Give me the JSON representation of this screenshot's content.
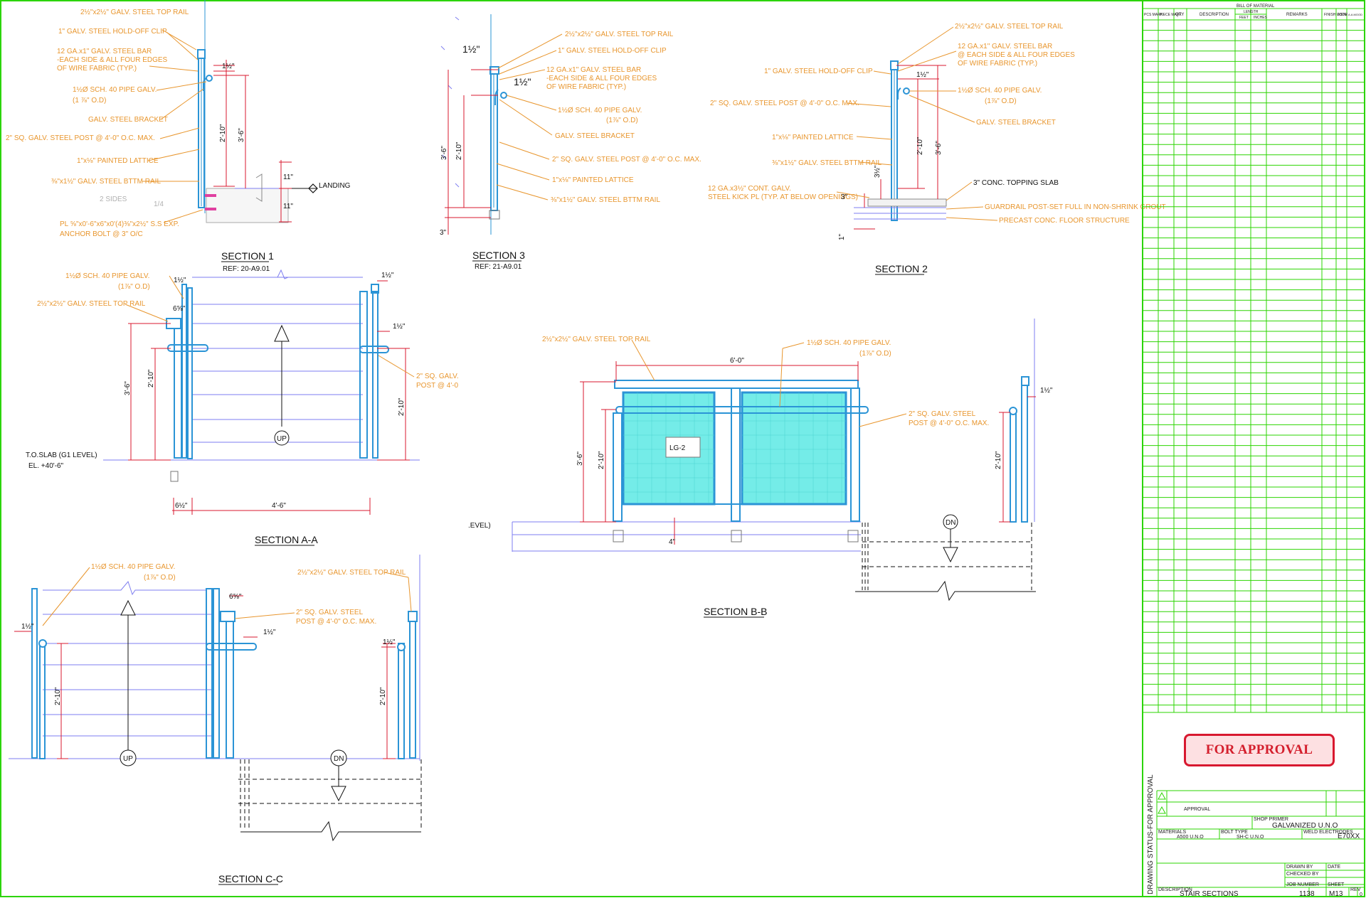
{
  "colors": {
    "border": "#2bd400",
    "steel": "#2b94d6",
    "lattice": "#74ece8",
    "note": "#e8962e",
    "dim": "#d8182f",
    "stamp": "#d41f2d"
  },
  "sections": {
    "s1": {
      "title": "SECTION 1",
      "ref": "REF: 20-A9.01",
      "notes": [
        "2½\"x2½\" GALV. STEEL TOP RAIL",
        "1\" GALV. STEEL HOLD-OFF CLIP",
        "12 GA.x1\" GALV. STEEL BAR",
        "-EACH SIDE & ALL FOUR EDGES",
        "OF WIRE FABRIC (TYP.)",
        "1½Ø SCH. 40 PIPE GALV.",
        "(1 ⅞\" O.D)",
        "GALV. STEEL BRACKET",
        "2\" SQ. GALV. STEEL POST @ 4'-0\" O.C. MAX.",
        "1\"x⅛\" PAINTED LATTICE",
        "⅜\"x1½\" GALV. STEEL BTTM RAIL",
        "2 SIDES",
        "1/4",
        "PL ⅝\"x0'-6\"x6\"x0'(4)⅜\"x2½\" S.S EXP.",
        "ANCHOR BOLT @ 3\" O/C",
        "LANDING"
      ],
      "dims": [
        "1½\"",
        "2'-10\"",
        "3'-6\"",
        "11\"",
        "11\""
      ]
    },
    "s3": {
      "title": "SECTION 3",
      "ref": "REF: 21-A9.01",
      "notes": [
        "2½\"x2½\" GALV. STEEL TOP RAIL",
        "1\" GALV. STEEL HOLD-OFF CLIP",
        "12 GA.x1\" GALV. STEEL BAR",
        "-EACH SIDE & ALL FOUR EDGES",
        "OF WIRE FABRIC (TYP.)",
        "1½Ø SCH. 40 PIPE GALV.",
        "(1⅞\" O.D)",
        "GALV. STEEL BRACKET",
        "2\" SQ. GALV. STEEL POST @ 4'-0\" O.C. MAX.",
        "1\"x⅛\" PAINTED LATTICE",
        "⅜\"x1½\" GALV. STEEL BTTM RAIL"
      ],
      "dims": [
        "1½\"",
        "1½\"",
        "3'-6\"",
        "2'-10\"",
        "3\""
      ]
    },
    "s2": {
      "title": "SECTION 2",
      "notes": [
        "2½\"x2½\" GALV. STEEL TOP RAIL",
        "12 GA.x1\" GALV. STEEL BAR",
        "@ EACH SIDE & ALL FOUR EDGES",
        "OF WIRE FABRIC (TYP.)",
        "1\" GALV. STEEL HOLD-OFF CLIP",
        "1½Ø SCH. 40 PIPE GALV.",
        "(1⅞\" O.D)",
        "2\" SQ. GALV. STEEL POST @ 4'-0\" O.C. MAX.",
        "GALV. STEEL BRACKET",
        "1\"x⅛\" PAINTED LATTICE",
        "⅜\"x1½\" GALV. STEEL BTTM RAIL",
        "12 GA.x3½\" CONT. GALV.",
        "STEEL KICK PL (TYP. AT BELOW OPENINGS)",
        "3\" CONC. TOPPING SLAB",
        "GUARDRAIL POST-SET FULL IN NON-SHRINK GROUT",
        "PRECAST CONC. FLOOR STRUCTURE"
      ],
      "dims": [
        "1½\"",
        "2'-10\"",
        "3'-6\"",
        "3½\"",
        "3\"",
        "1\""
      ]
    },
    "saa": {
      "title": "SECTION A-A",
      "notes": [
        "1½Ø SCH. 40 PIPE GALV.",
        "(1⅞\" O.D)",
        "2½\"x2½\" GALV. STEEL TOP RAIL",
        "2\" SQ. GALV.",
        "POST @ 4'-0",
        "T.O.SLAB (G1 LEVEL)",
        "EL. +40'-6\"",
        "UP"
      ],
      "dims": [
        "1½\"",
        "6⅝\"",
        "1½\"",
        "1½\"",
        "3'-6\"",
        "2'-10\"",
        "2'-10\"",
        "6½\"",
        "4'-6\""
      ]
    },
    "sbb": {
      "title": "SECTION B-B",
      "notes": [
        "2½\"x2½\" GALV. STEEL TOP RAIL",
        "1½Ø SCH. 40 PIPE GALV.",
        "(1⅞\" O.D)",
        "2\" SQ. GALV. STEEL",
        "POST @ 4'-0\" O.C. MAX.",
        "LG-2",
        ".EVEL)",
        "DN"
      ],
      "dims": [
        "6'-0\"",
        "3'-6\"",
        "2'-10\"",
        "4\"",
        "2'-10\"",
        "1½\""
      ]
    },
    "scc": {
      "title": "SECTION C-C",
      "notes": [
        "1½Ø SCH. 40 PIPE GALV.",
        "(1⅞\" O.D)",
        "2½\"x2½\" GALV. STEEL TOP RAIL",
        "2\" SQ. GALV. STEEL",
        "POST @ 4'-0\" O.C. MAX.",
        "UP",
        "DN"
      ],
      "dims": [
        "1½\"",
        "6⅝\"",
        "1½\"",
        "1½\"",
        "2'-10\"",
        "2'-10\""
      ]
    }
  },
  "bom": {
    "title": "BILL OF MATERIAL",
    "headers": [
      "PCS MARK",
      "PIECE MARK",
      "QTY",
      "DESCRIPTION",
      "LENGTH",
      "FEET",
      "INCHES",
      "REMARKS",
      "FINISH CODE",
      "ASTM",
      "A.A.MOOD"
    ]
  },
  "stamp": "FOR APPROVAL",
  "titleblock": {
    "status": "DRAWING STATUS-FOR APPROVAL",
    "rev_desc": "APPROVAL",
    "finish_label": "SHOP PRIMER",
    "finish": "GALVANIZED U.N.O",
    "material_label": "MATERIALS",
    "material": "A500 U.N.O",
    "bolt_label": "BOLT TYPE",
    "bolt": "SH-C U.N.O",
    "electrode_label": "WELD ELECTRODES",
    "electrode": "E70XX",
    "drawn": "DRAWN BY",
    "checked": "CHECKED BY",
    "date": "DATE",
    "job_label": "JOB NUMBER",
    "job": "1138",
    "sheet_label": "SHEET",
    "sheet": "M13",
    "desc_label": "DESCRIPTION",
    "desc": "STAIR SECTIONS",
    "rev_label": "REV",
    "rev_no": "0"
  }
}
